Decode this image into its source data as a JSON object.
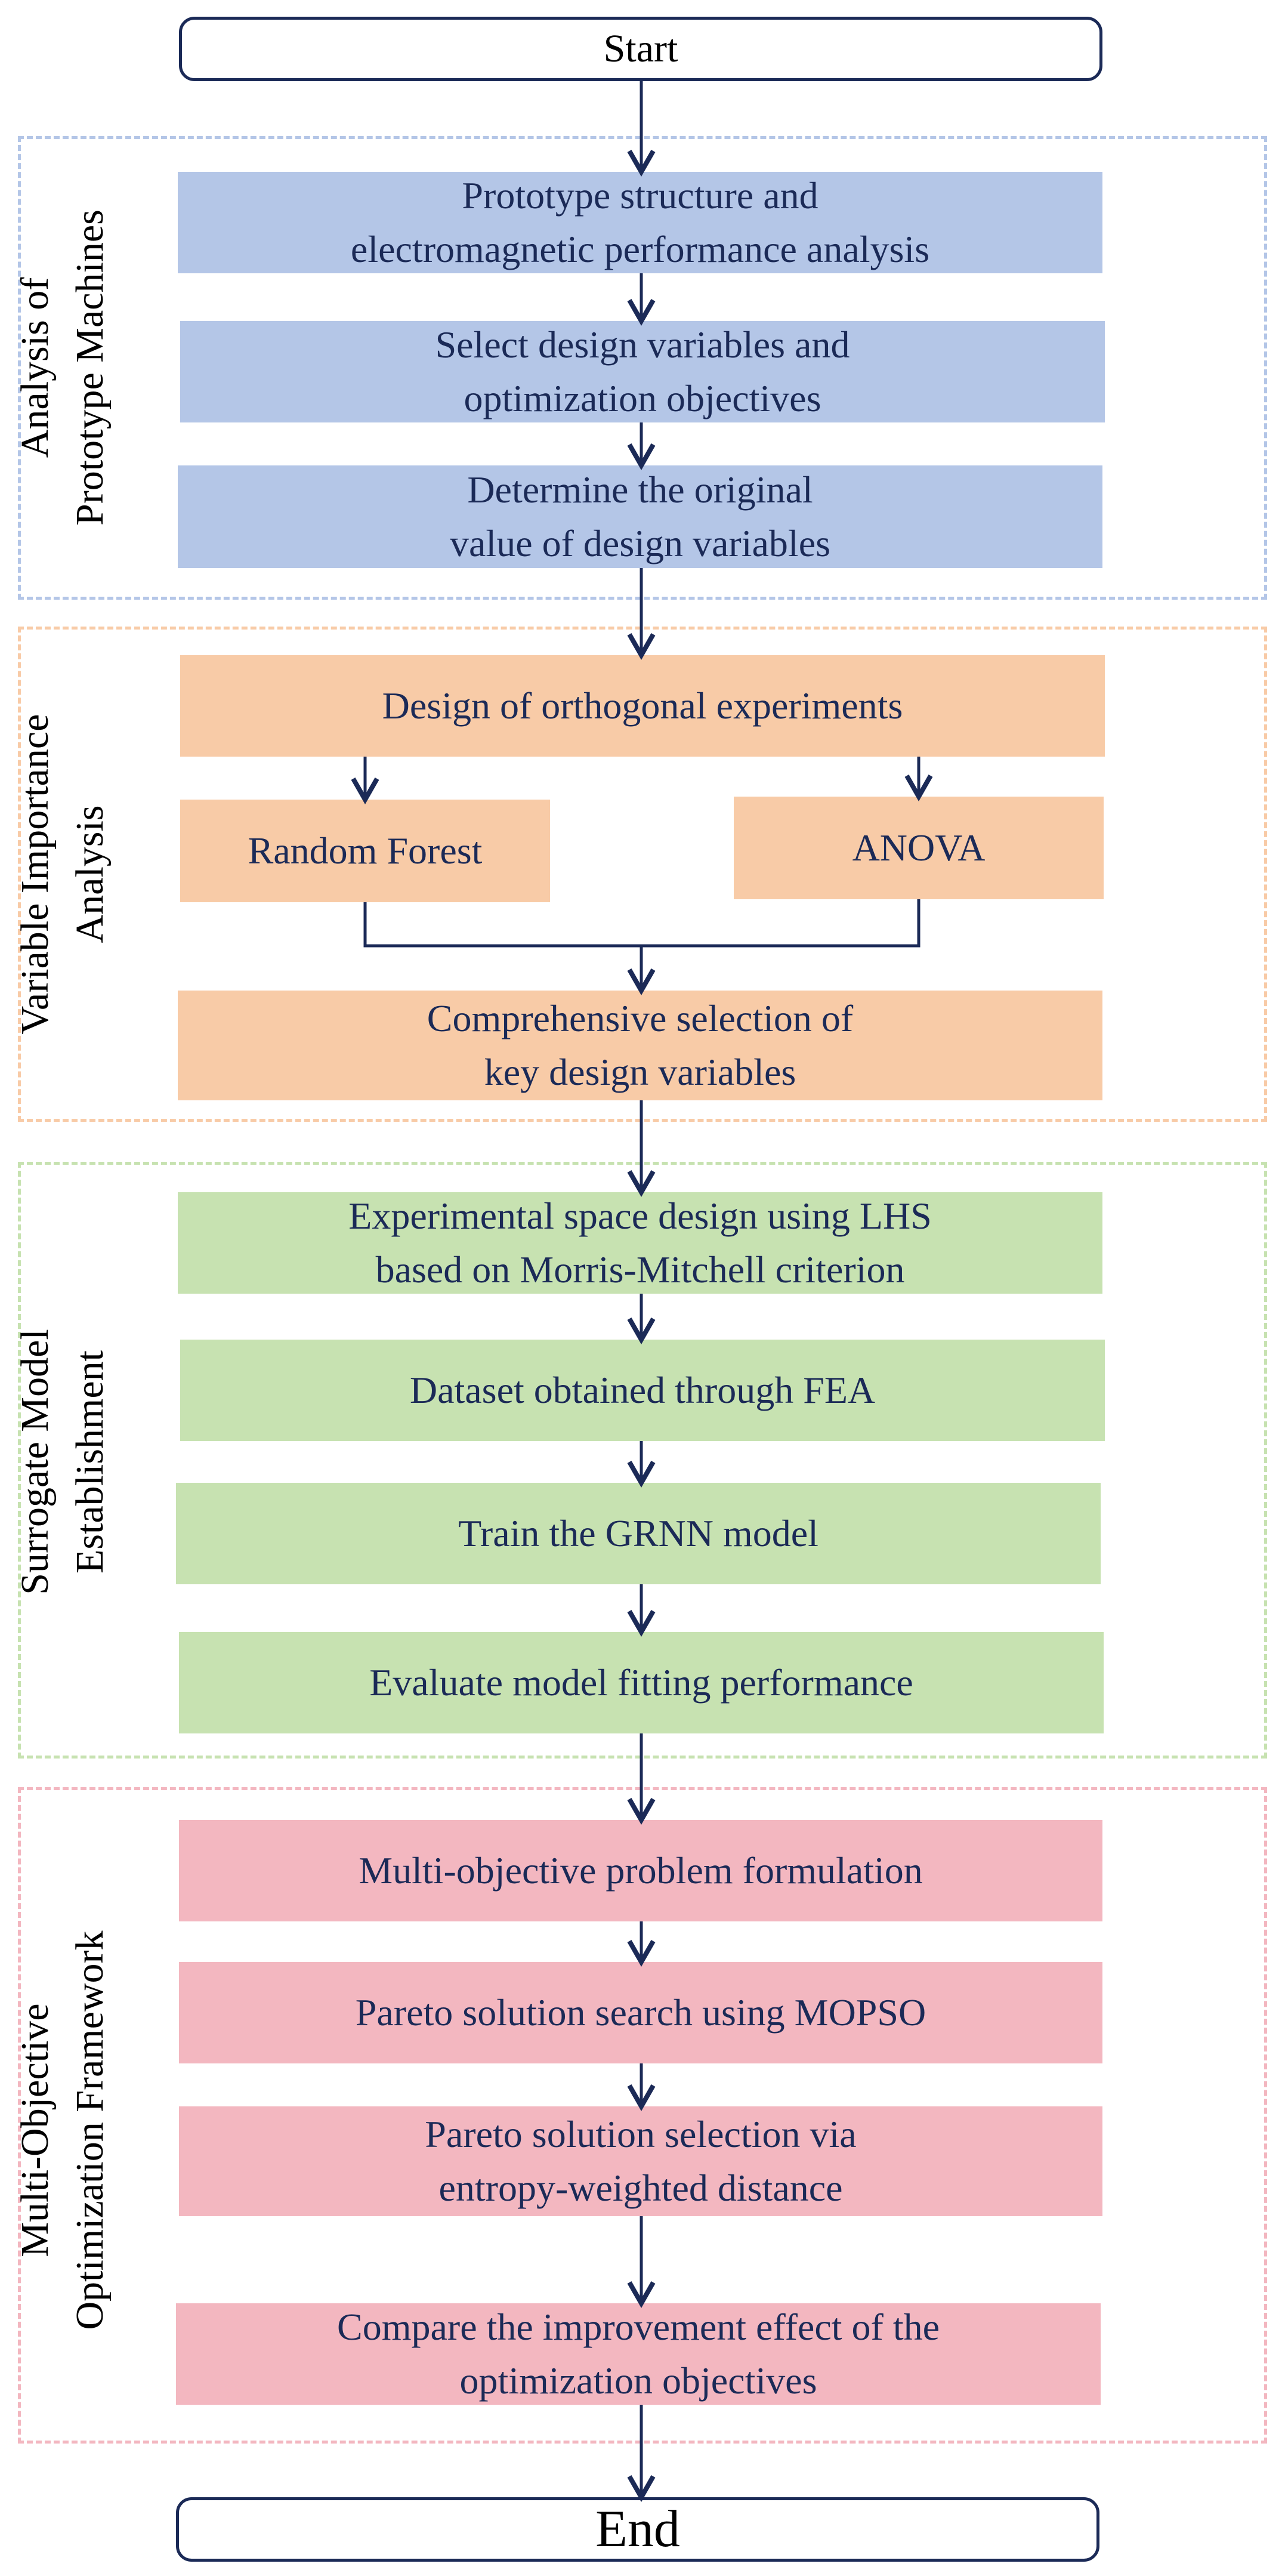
{
  "start_label": "Start",
  "end_label": "End",
  "groups": {
    "prototype": {
      "title_lines": [
        "Analysis of",
        "Prototype Machines"
      ],
      "color": "#b4c6e7"
    },
    "importance": {
      "title_lines": [
        "Variable Importance",
        "Analysis"
      ],
      "color": "#f8cba7"
    },
    "surrogate": {
      "title_lines": [
        "Surrogate Model",
        "Establishment"
      ],
      "color": "#c7e2b1"
    },
    "optimization": {
      "title_lines": [
        "Multi-Objective",
        "Optimization Framework"
      ],
      "color": "#f3b7c0"
    }
  },
  "steps": {
    "prototype_analysis": [
      "Prototype structure and",
      "electromagnetic performance analysis"
    ],
    "select_variables": [
      "Select design variables and",
      "optimization objectives"
    ],
    "original_values": [
      "Determine the original",
      "value of design variables"
    ],
    "orthogonal": [
      "Design of orthogonal experiments"
    ],
    "random_forest": [
      "Random Forest"
    ],
    "anova": [
      "ANOVA"
    ],
    "key_variables": [
      "Comprehensive selection of",
      "key design variables"
    ],
    "lhs_design": [
      "Experimental space design using LHS",
      "based on Morris-Mitchell criterion"
    ],
    "fea_dataset": [
      "Dataset obtained through FEA"
    ],
    "train_grnn": [
      "Train the GRNN model"
    ],
    "evaluate_model": [
      "Evaluate model fitting performance"
    ],
    "problem_formulation": [
      "Multi-objective problem formulation"
    ],
    "pareto_search": [
      "Pareto solution search using MOPSO"
    ],
    "pareto_selection": [
      "Pareto solution selection via",
      "entropy-weighted distance"
    ],
    "compare_improvement": [
      "Compare the improvement effect of the",
      "optimization objectives"
    ]
  },
  "colors": {
    "line": "#1b2a57",
    "blue": "#b4c6e7",
    "orange": "#f8cba7",
    "green": "#c7e2b1",
    "pink": "#f3b7c0"
  }
}
